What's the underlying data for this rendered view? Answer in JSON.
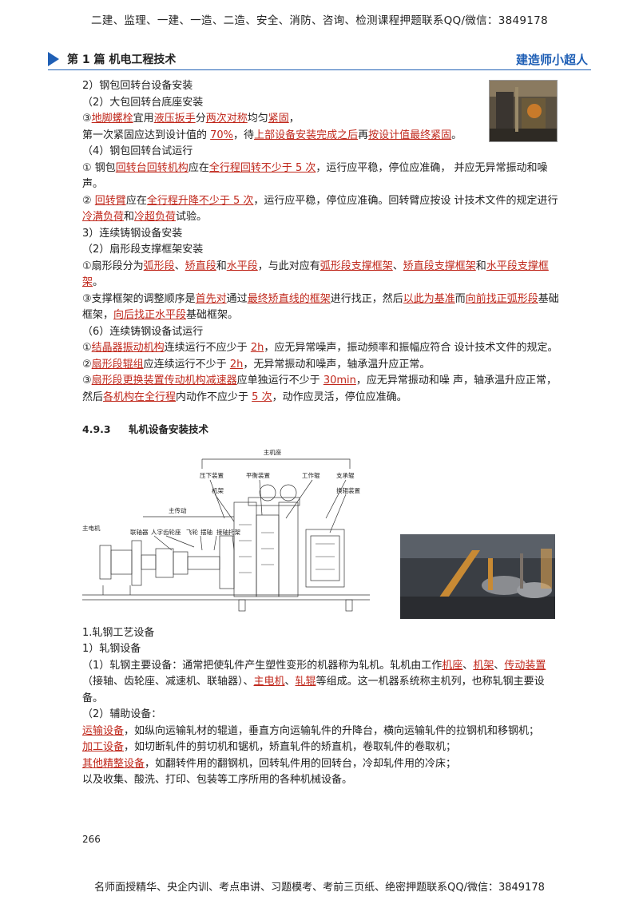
{
  "top_banner": "二建、监理、一建、一造、二造、安全、消防、咨询、检测课程押题联系QQ/微信：3849178",
  "header": {
    "chapter": "第 1 篇  机电工程技术",
    "brand": "建造师小超人"
  },
  "block1": {
    "h1": "2）钢包回转台设备安装",
    "h2": "（2）大包回转台底座安装",
    "l1": [
      "③",
      "地脚螺栓",
      "宜用",
      "液压扳手",
      "分",
      "两次对称",
      "均匀",
      "紧固",
      "，"
    ],
    "l2": [
      "第一次紧固应达到设计值的 ",
      "70%",
      "，待",
      "上部设备安装完成之后",
      "再",
      "按设计值最终紧固",
      "。"
    ],
    "h3": "（4）钢包回转台试运行",
    "l3": [
      "①  钢包",
      "回转台回转机构",
      "应在",
      "全行程回转不少于 5 次",
      "，运行应平稳，停位应准确，  并应无异常振动和噪声。"
    ],
    "l4": [
      "②  ",
      "回转臂",
      "应在",
      "全行程升降不少于 5 次",
      "，运行应平稳，停位应准确。回转臂应按设  计技术文件的规定进行",
      "冷满负荷",
      "和",
      "冷超负荷",
      "试验。"
    ]
  },
  "block2": {
    "h1": "3）连续铸钢设备安装",
    "h2": "（2）扇形段支撑框架安装",
    "l1": [
      "①扇形段分为",
      "弧形段",
      "、",
      "矫直段",
      "和",
      "水平段",
      "，与此对应有",
      "弧形段支撑框架",
      "、",
      "矫直段支撑框架",
      "和",
      "水平段支撑框架",
      "。"
    ],
    "l2": [
      "③支撑框架的调整顺序是",
      "首先对",
      "通过",
      "最终矫直线的框架",
      "进行找正，然后",
      "以此为基准",
      "而",
      "向前找正弧形段",
      "基础框架，",
      "向后找正水平段",
      "基础框架。"
    ],
    "h3": "（6）连续铸钢设备试运行",
    "l3": [
      "①",
      "结晶器振动机构",
      "连续运行不应少于 ",
      "2h",
      "，应无异常噪声，振动频率和振幅应符合  设计技术文件的规定。"
    ],
    "l4": [
      "②",
      "扇形段辊组",
      "应连续运行不少于 ",
      "2h",
      "，无异常振动和噪声，轴承温升应正常。"
    ],
    "l5": [
      "③",
      "扇形段更换装置传动机构减速器",
      "应单独运行不少于 ",
      "30min",
      "，应无异常振动和噪  声，轴承温升应正常，然后",
      "各机构在全行程",
      "内动作不应少于 ",
      "5 次",
      "，动作应灵活，停位应准确。"
    ]
  },
  "section": {
    "num": "4.9.3",
    "title": "轧机设备安装技术"
  },
  "diagram": {
    "main_frame": "主机座",
    "press": "压下装置",
    "balance": "平衡装置",
    "work_roll": "工作辊",
    "support_roll": "支承辊",
    "frame": "机架",
    "roll_change": "换辊装置",
    "main_drive": "主传动",
    "main_motor": "主电机",
    "coupling": "联轴器",
    "gear_seat": "人字齿轮座",
    "flywheel": "飞轮",
    "crank": "摆轴",
    "jack": "接轴托架"
  },
  "block3": {
    "h1": "1.轧钢工艺设备",
    "h2": "1）轧钢设备",
    "l1": [
      "（1）轧钢主要设备：通常把使轧件产生塑性变形的机器称为轧机。轧机由工作",
      "机座",
      "、",
      "机架",
      "、",
      "传动装置",
      "（接轴、齿轮座、减速机、联轴器）、",
      "主电机",
      "、",
      "轧辊",
      "等组成。这一机器系统称主机列，也称轧钢主要设备。"
    ],
    "h3": "（2）辅助设备：",
    "l2": [
      "运输设备",
      "，如纵向运输轧材的辊道，垂直方向运输轧件的升降台，横向运输轧件的拉钢机和移钢机；"
    ],
    "l3": [
      "加工设备",
      "，如切断轧件的剪切机和锯机，矫直轧件的矫直机，卷取轧件的卷取机；"
    ],
    "l4": [
      "其他精整设备",
      "，如翻转件用的翻钢机，回转轧件用的回转台，冷却轧件用的冷床；"
    ],
    "l5": "以及收集、酸洗、打印、包装等工序所用的各种机械设备。"
  },
  "page_number": "266",
  "bottom_banner": "名师面授精华、央企内训、考点串讲、习题模考、考前三页纸、绝密押题联系QQ/微信：3849178"
}
